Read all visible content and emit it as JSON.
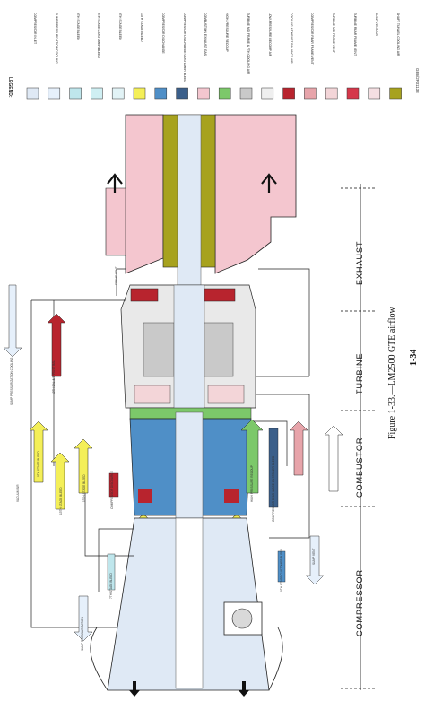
{
  "legend": {
    "title": "LEGEND:",
    "items": [
      {
        "label": "COMPRESSOR INLET",
        "color": "#dfe9f5"
      },
      {
        "label": "SUMP PRESSURIZATION/COOLING",
        "color": "#e6f0fb"
      },
      {
        "label": "9TH STAGE BLEED",
        "color": "#bfe6ec"
      },
      {
        "label": "9TH STAGE CUSTOMER BLEED",
        "color": "#cfeff3"
      },
      {
        "label": "9TH STAGE BLEED",
        "color": "#e2f3f6"
      },
      {
        "label": "13TH STAGE BLEED",
        "color": "#f4ef58"
      },
      {
        "label": "COMPRESSOR DISCHARGE",
        "color": "#4f8fc7"
      },
      {
        "label": "COMPRESSOR DISCHARGE CUSTOMER BLEED",
        "color": "#3b5f8a"
      },
      {
        "label": "COMBUSTION EXHAUST GAS",
        "color": "#f4c6cf"
      },
      {
        "label": "HIGH-PRESSURE RECOUP",
        "color": "#7cc86a"
      },
      {
        "label": "TURBINE MID FRAME & 7TH COOLING AIR",
        "color": "#c9c9c9"
      },
      {
        "label": "LOW-PRESSURE RECOUP AIR",
        "color": "#efefef"
      },
      {
        "label": "COOLING & THRUST BALANCE AIR",
        "color": "#b8242e"
      },
      {
        "label": "COMPRESSOR REAR FRAME VENT",
        "color": "#e7a4aa"
      },
      {
        "label": "TURBINE MID FRAME VENT",
        "color": "#f3d5d8"
      },
      {
        "label": "TURBINE REAR FRAME VENT",
        "color": "#d5374a"
      },
      {
        "label": "SUMP VENT AIR",
        "color": "#f5dfe2"
      },
      {
        "label": "SHAFT TUNNEL COOLING AIR",
        "color": "#a7a21e"
      }
    ]
  },
  "ref_code": "GE6/2F31133",
  "callouts": {
    "frame_vent": "FRAME VENT",
    "thrust_balance": "13TH BAL & THRUST BAL",
    "sump_pressurization_cooling": "SUMP PRESSURIZATION COOLING",
    "stage_9_bleed": "9TH STAGE BLEED",
    "stage_13_bleed": "13TH STAGE BLEED",
    "comp_discharge": "COMPRESSOR DISCHARGE",
    "vacuum_air": "VACUUM AIR",
    "hp_recoup": "HIGH PRESSURE RECOUP",
    "cust_bleed": "COMPRESSOR DISCHARGE CUSTOMER BLEED",
    "stage_7_bleed": "7TH STAGE BLEED",
    "customer_bleed_9": "9TH STAGE CUSTOMER BLEED",
    "sump_vent": "SUMP VENT",
    "sump_pressurization": "SUMP PRESSURIZATION"
  },
  "sections": [
    "COMPRESSOR",
    "COMBUSTOR",
    "TURBINE",
    "EXHAUST"
  ],
  "caption": "Figure 1-33.—LM2500 GTE airflow",
  "page_number": "1-34",
  "colors": {
    "exhaust_pink": "#f4c6cf",
    "shaft_olive": "#a7a21e",
    "compressor_blue": "#4f8fc7",
    "inlet_blue": "#dfe9f5",
    "cooling_red": "#b8242e",
    "hp_green": "#7cc86a",
    "bleed_yellow": "#f4ef58",
    "turbine_gray": "#c9c9c9",
    "duct_line": "#222222"
  }
}
